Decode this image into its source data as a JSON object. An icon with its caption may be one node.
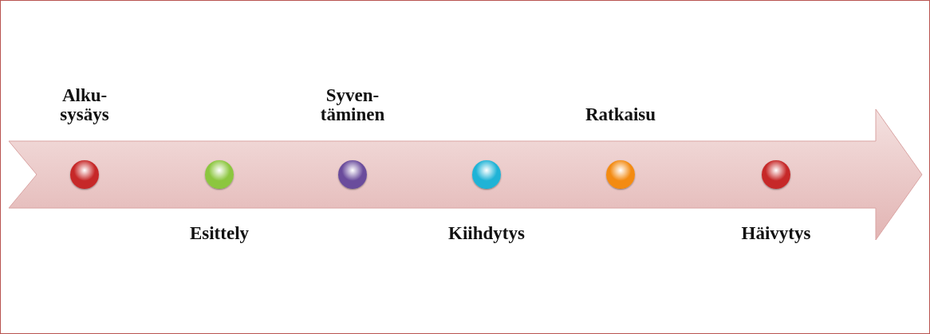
{
  "diagram": {
    "nodes": [
      {
        "text": [],
        "shape": "circle",
        "beside": [
          "Alku- sysäys"
        ]
      },
      {
        "text": [],
        "shape": "circle",
        "beside": [
          "Esittely"
        ]
      },
      {
        "text": [],
        "shape": "circle",
        "beside": [
          "Syven- täminen"
        ]
      },
      {
        "text": [],
        "shape": "circle",
        "beside": [
          "Kiihdytys"
        ]
      },
      {
        "text": [],
        "shape": "circle",
        "beside": [
          "Ratkaisu"
        ]
      },
      {
        "text": [],
        "shape": "circle",
        "beside": [
          "Häivytys"
        ]
      }
    ],
    "edges": []
  }
}
